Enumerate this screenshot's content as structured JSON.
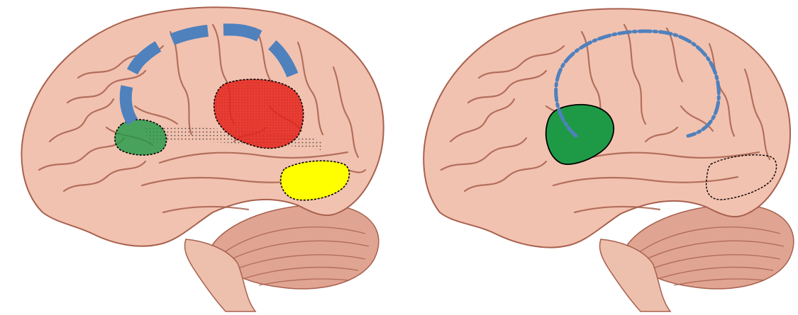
{
  "colors": {
    "background": "#ffffff",
    "brain_fill": "#f2c2b0",
    "brain_shade": "#dd9b86",
    "sulcus": "#a8604e",
    "cerebellum": "#e0a592",
    "brainstem": "#edc0ad",
    "pathway": "#4f81bd",
    "green_region": "#1e9a46",
    "red_region": "#e8251c",
    "yellow_region": "#ffff00",
    "outline": "#000000"
  },
  "panels": [
    {
      "id": "left",
      "pathway_style": "thick-dashed-arc",
      "regions": [
        {
          "key": "green",
          "color": "green_region",
          "opacity": 0.8
        },
        {
          "key": "red",
          "color": "red_region",
          "opacity": 0.85
        },
        {
          "key": "yellow",
          "color": "yellow_region",
          "opacity": 1
        }
      ],
      "connection": "dotted-band"
    },
    {
      "id": "right",
      "pathway_style": "thin-dashed-loop",
      "regions": [
        {
          "key": "green",
          "color": "green_region",
          "opacity": 1
        },
        {
          "key": "empty-outline",
          "color": "none",
          "opacity": 1
        }
      ],
      "connection": "none"
    }
  ]
}
